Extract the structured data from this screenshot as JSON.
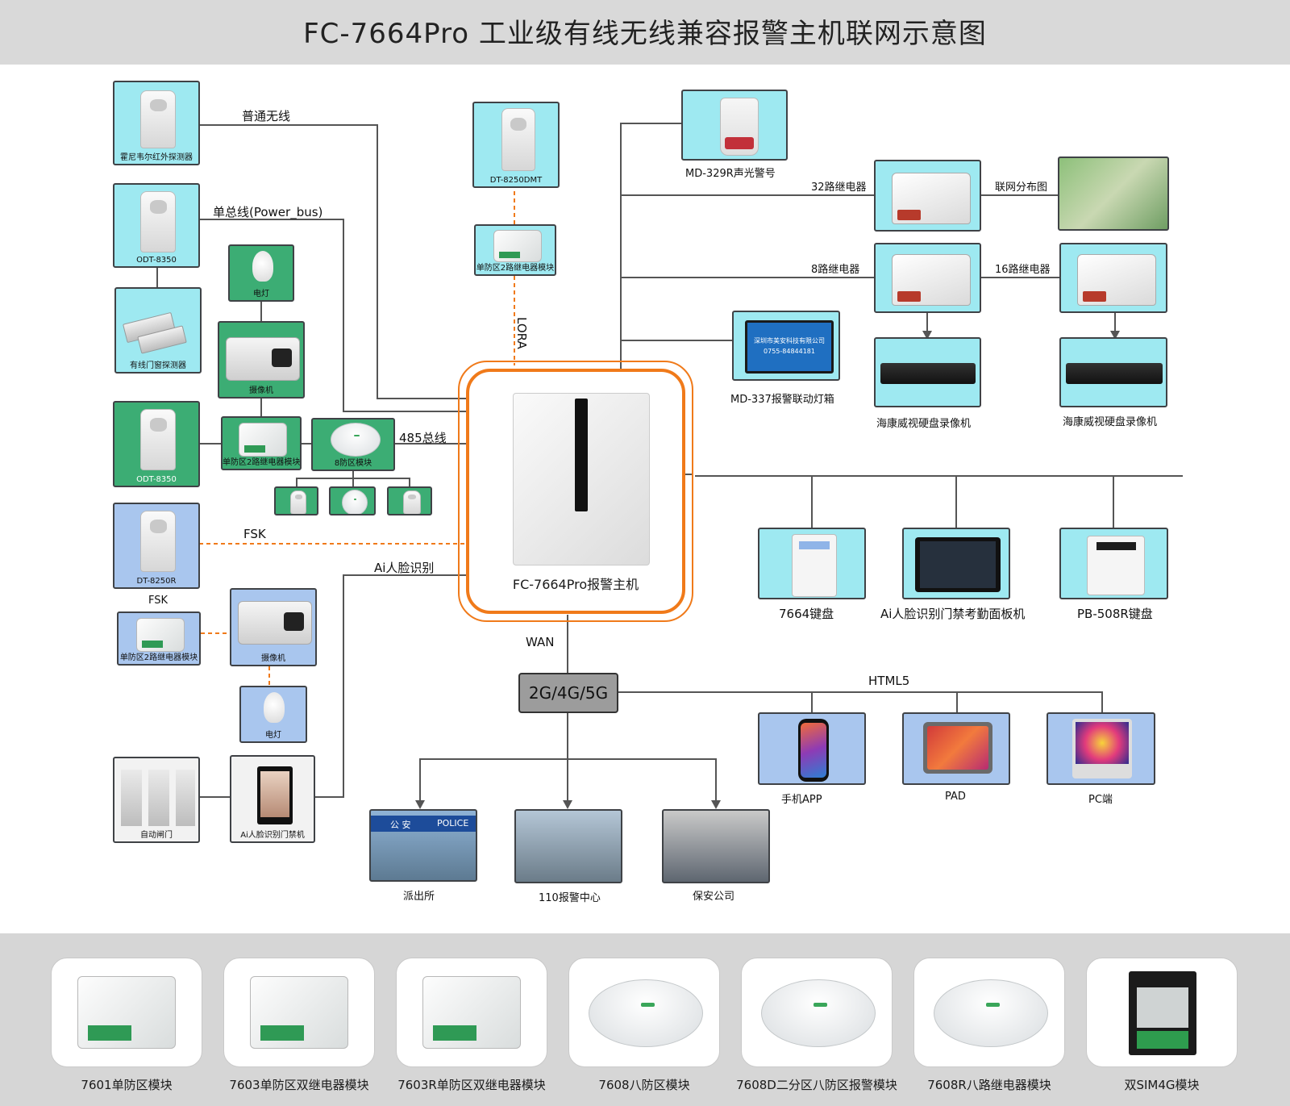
{
  "title": "FC-7664Pro 工业级有线无线兼容报警主机联网示意图",
  "host": {
    "label": "FC-7664Pro报警主机"
  },
  "left_devices": {
    "honeywell": "霍尼韦尔红外探测器",
    "odt1": "ODT-8350",
    "door": "有线门窗探测器",
    "lamp1": "电灯",
    "cam1": "摄像机",
    "odt2": "ODT-8350",
    "relay_mod1": "单防区2路继电器模块",
    "zone8": "8防区模块",
    "dt8250r": "DT-8250R",
    "fsk_label": "FSK",
    "relay_mod2": "单防区2路继电器模块",
    "cam2": "摄像机",
    "lamp2": "电灯",
    "gate": "自动闸门",
    "face_gate": "Ai人脸识别门禁机"
  },
  "links": {
    "wireless": "普通无线",
    "powerbus": "单总线(Power_bus)",
    "bus485": "485总线",
    "fsk": "FSK",
    "ai": "Ai人脸识别",
    "lora": "LORA",
    "wan": "WAN",
    "html5": "HTML5"
  },
  "top_devices": {
    "dt8250dmt": "DT-8250DMT",
    "relay_mod3": "单防区2路继电器模块",
    "siren": "MD-329R声光警号",
    "relay32": "32路继电器",
    "map": "联网分布图",
    "relay8": "8路继电器",
    "relay16": "16路继电器",
    "lightbox": "MD-337报警联动灯箱",
    "lightbox_text1": "深圳市美安科技有限公司",
    "lightbox_text2": "0755-84844181",
    "nvr1": "海康威视硬盘录像机",
    "nvr2": "海康威视硬盘录像机"
  },
  "keypads": {
    "k1": "7664键盘",
    "k2": "Ai人脸识别门禁考勤面板机",
    "k3": "PB-508R键盘"
  },
  "network": {
    "label": "2G/4G/5G",
    "police": "派出所",
    "center": "110报警中心",
    "security": "保安公司",
    "police_sign1": "公 安",
    "police_sign2": "POLICE",
    "app": "手机APP",
    "pad": "PAD",
    "pc": "PC端"
  },
  "modules": [
    "7601单防区模块",
    "7603单防区双继电器模块",
    "7603R单防区双继电器模块",
    "7608八防区模块",
    "7608D二分区八防区报警模块",
    "7608R八路继电器模块",
    "双SIM4G模块"
  ],
  "colors": {
    "accent_orange": "#f07a1a",
    "cyan_tile": "#9ee9f1",
    "green_tile": "#3cad74",
    "blue_tile": "#a9c6ee",
    "header_bg": "#d9d9d9"
  }
}
